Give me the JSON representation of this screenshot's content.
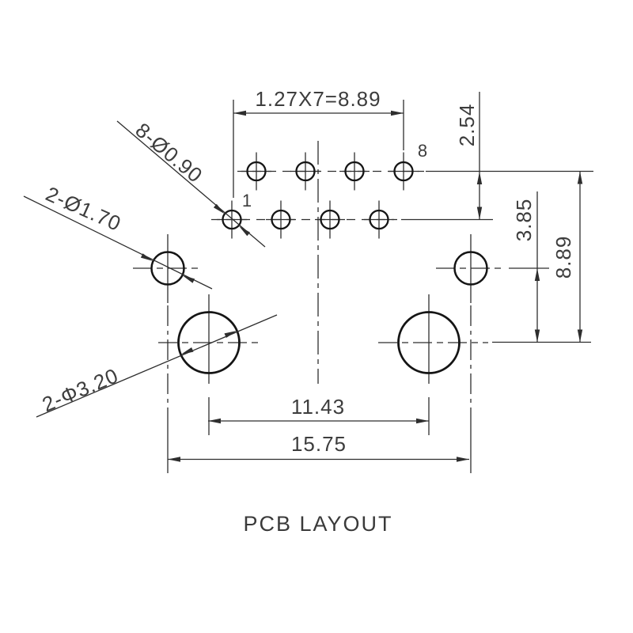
{
  "drawing": {
    "title": "PCB  LAYOUT",
    "dimensions": {
      "pin_pitch": "1.27X7=8.89",
      "row_spacing": "2.54",
      "mount_offset": "3.85",
      "overall_height": "8.89",
      "large_hole_spacing": "11.43",
      "small_mount_spacing": "15.75"
    },
    "callouts": {
      "pin_holes": "8-Ø0.90",
      "small_mount_holes": "2-Ø1.70",
      "large_mount_holes": "2-Φ3.20"
    },
    "pin_labels": {
      "first": "1",
      "last": "8"
    },
    "colors": {
      "line": "#2e2e2e",
      "hole_stroke": "#151515",
      "text": "#3d3d3d",
      "background": "#ffffff"
    }
  }
}
